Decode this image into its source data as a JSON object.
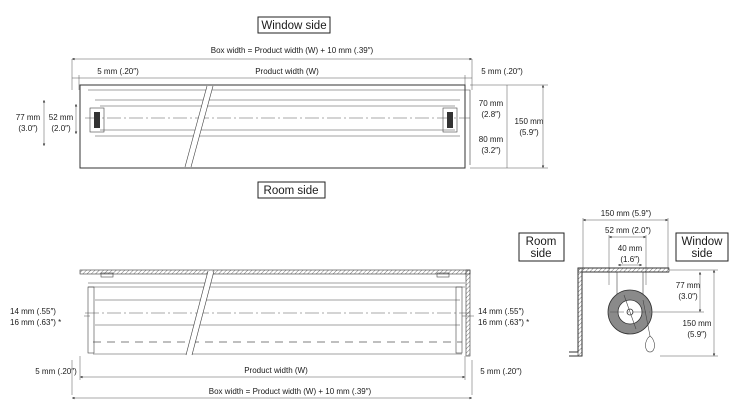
{
  "top_view": {
    "title": "Window side",
    "box_width": "Box width = Product width (W) + 10 mm (.39″)",
    "gap_left": "5 mm (.20″)",
    "product_width": "Product width (W)",
    "gap_right": "5 mm (.20″)",
    "left_outer_mm": "77 mm",
    "left_outer_in": "(3.0″)",
    "left_inner_mm": "52 mm",
    "left_inner_in": "(2.0″)",
    "right_upper_mm": "70 mm",
    "right_upper_in": "(2.8″)",
    "right_lower_mm": "80 mm",
    "right_lower_in": "(3.2″)",
    "right_total_mm": "150 mm",
    "right_total_in": "(5.9″)",
    "bottom_label": "Room side"
  },
  "front_view": {
    "left_upper": "14 mm (.55″)",
    "left_lower": "16 mm (.63″) *",
    "right_upper": "14 mm (.55″)",
    "right_lower": "16 mm (.63″) *",
    "gap_left": "5 mm (.20″)",
    "product_width": "Product width (W)",
    "gap_right": "5 mm (.20″)",
    "box_width": "Box width = Product width (W) + 10 mm (.39″)"
  },
  "side_view": {
    "room_label_1": "Room",
    "room_label_2": "side",
    "window_label_1": "Window",
    "window_label_2": "side",
    "width_total": "150 mm (5.9″)",
    "width_mid": "52 mm (2.0″)",
    "width_inner_mm": "40 mm",
    "width_inner_in": "(1.6″)",
    "height_upper_mm": "77 mm",
    "height_upper_in": "(3.0″)",
    "height_total_mm": "150 mm",
    "height_total_in": "(5.9″)"
  }
}
